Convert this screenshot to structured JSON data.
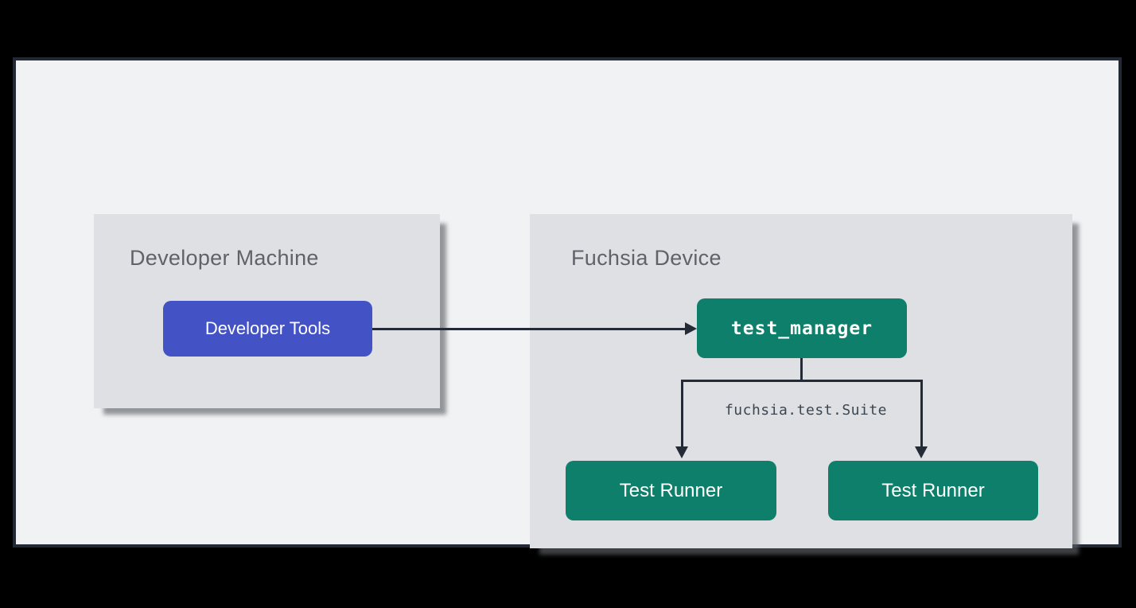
{
  "diagram": {
    "groups": [
      {
        "id": "developer-machine",
        "title": "Developer Machine",
        "nodes": [
          {
            "id": "developer-tools",
            "label": "Developer Tools",
            "style": "blue"
          }
        ]
      },
      {
        "id": "fuchsia-device",
        "title": "Fuchsia Device",
        "nodes": [
          {
            "id": "test-manager",
            "label": "test_manager",
            "style": "green-mono"
          },
          {
            "id": "test-runner-1",
            "label": "Test Runner",
            "style": "green"
          },
          {
            "id": "test-runner-2",
            "label": "Test Runner",
            "style": "green"
          }
        ]
      }
    ],
    "edges": [
      {
        "from": "developer-tools",
        "to": "test-manager",
        "label": ""
      },
      {
        "from": "test-manager",
        "to": "test-runner-1",
        "label": "fuchsia.test.Suite"
      },
      {
        "from": "test-manager",
        "to": "test-runner-2",
        "label": "fuchsia.test.Suite"
      }
    ],
    "edge_label": "fuchsia.test.Suite"
  },
  "colors": {
    "outer_background": "#000000",
    "panel_background": "#f1f2f4",
    "panel_border": "#222935",
    "group_background": "#dee0e3",
    "group_title_text": "#5f6368",
    "node_blue": "#4353c5",
    "node_green": "#0e7f6a",
    "node_text": "#ffffff",
    "connector": "#242b36",
    "edge_label_text": "#3c4650"
  }
}
